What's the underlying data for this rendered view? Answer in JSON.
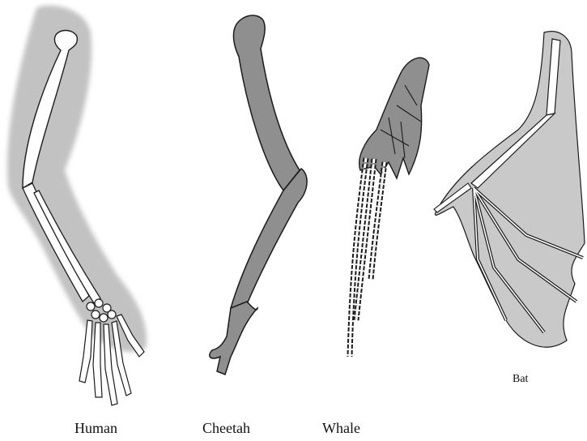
{
  "labels": {
    "human": "Human",
    "cheetah": "Cheetah",
    "whale": "Whale",
    "bat": "Bat"
  },
  "colors": {
    "background": "#ffffff",
    "shadow": "#bfbfbf",
    "limb_fill": "#8f8f8f",
    "bone_fill": "#ffffff",
    "outline": "#1a1a1a"
  }
}
